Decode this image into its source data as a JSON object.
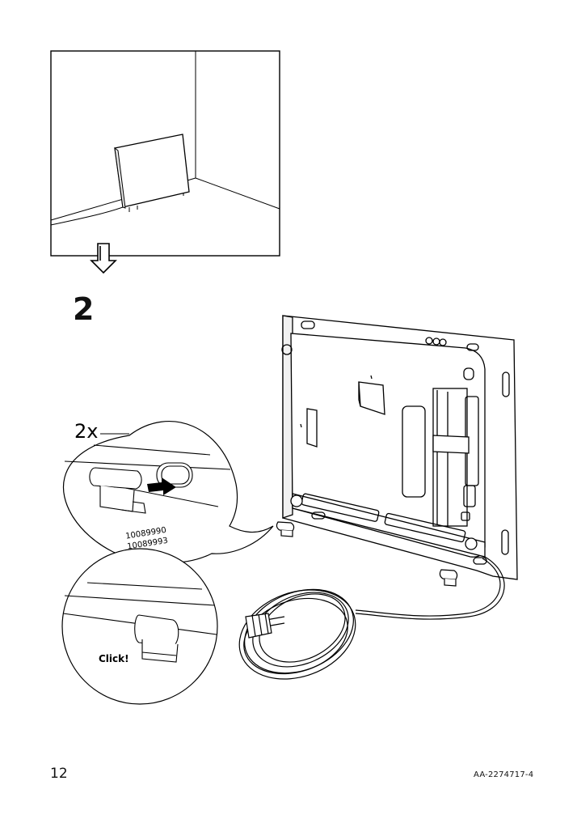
{
  "step": {
    "number": "2"
  },
  "callout_top": {
    "quantity": "2x",
    "part_numbers": [
      "10089990",
      "10089993"
    ]
  },
  "callout_bottom": {
    "sound": "Click!"
  },
  "footer": {
    "page_number": "12",
    "document_code": "AA-2274717-4"
  },
  "icons": [
    "next-step-arrow-icon",
    "push-arrow-icon",
    "power-cable-icon"
  ]
}
